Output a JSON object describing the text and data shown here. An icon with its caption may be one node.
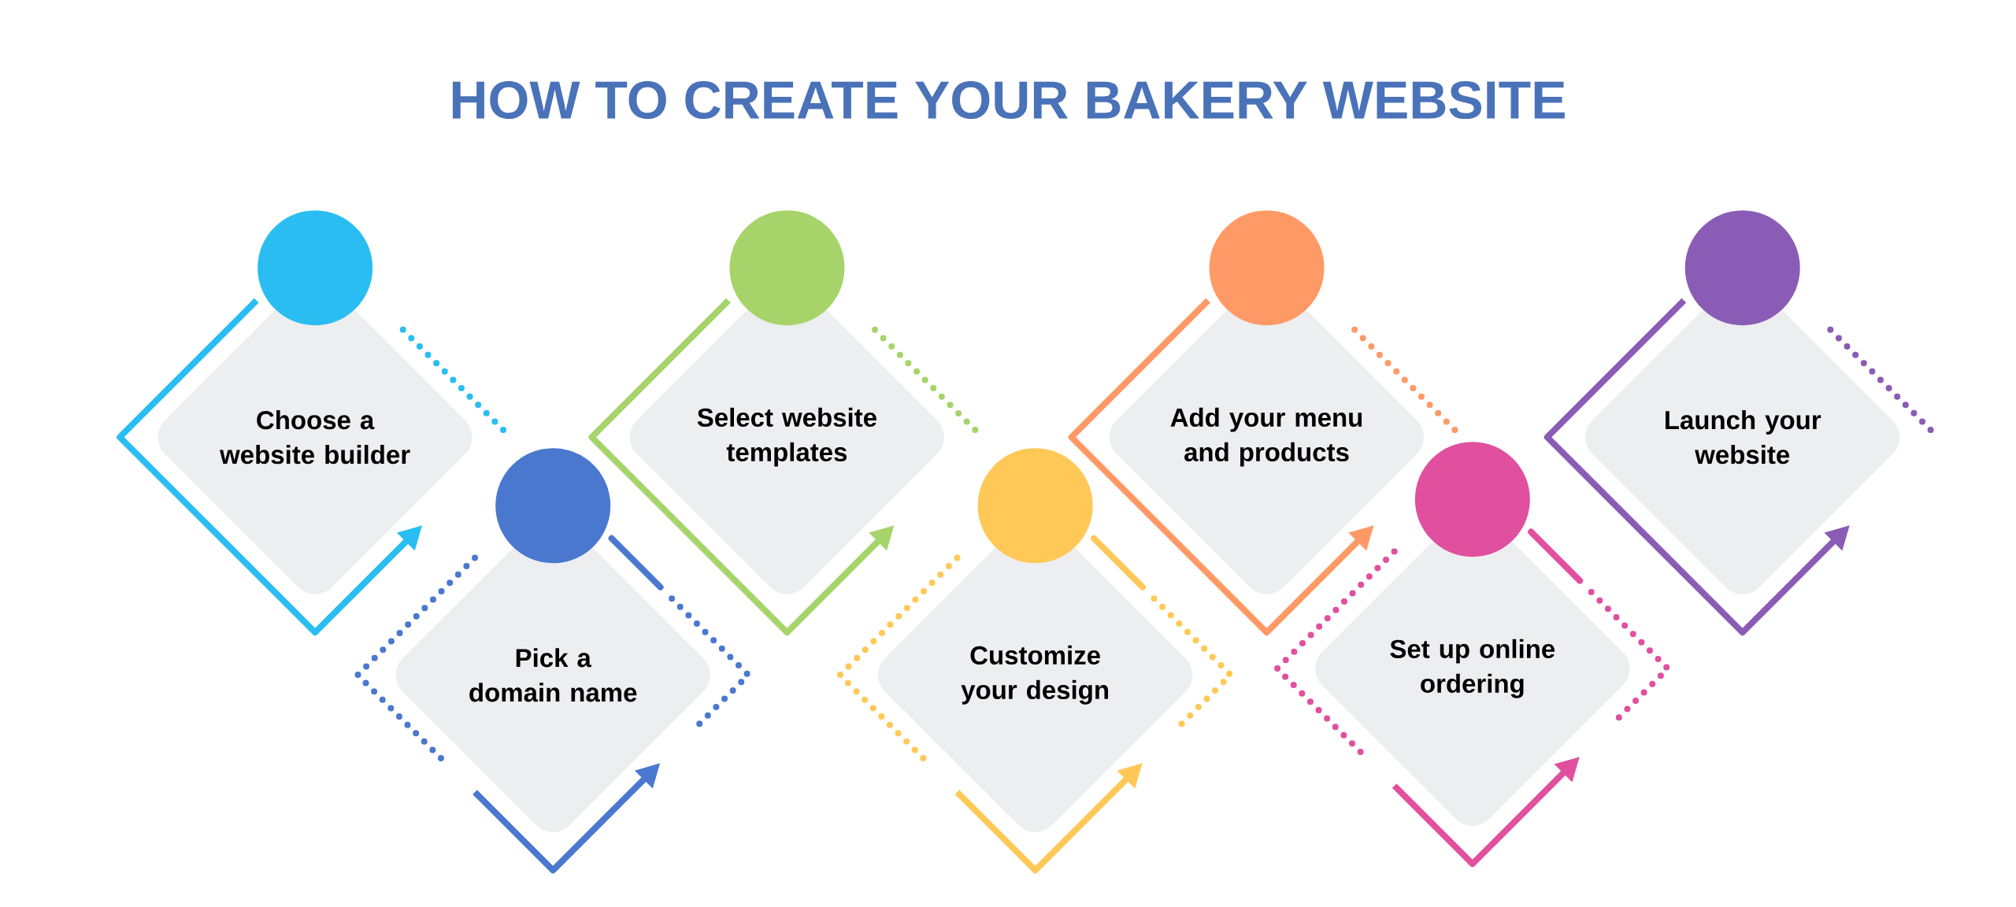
{
  "diagram": {
    "title": "HOW TO CREATE YOUR BAKERY WEBSITE",
    "nodes": [
      {
        "text": [
          "Choose a website builder"
        ]
      },
      {
        "text": [
          "Pick a domain name"
        ]
      },
      {
        "text": [
          "Select  website templates"
        ]
      },
      {
        "text": [
          "Customize your design"
        ]
      },
      {
        "text": [
          "Add your menu and products"
        ]
      },
      {
        "text": [
          "Set up online ordering"
        ]
      },
      {
        "text": [
          "Launch your website"
        ]
      }
    ]
  }
}
